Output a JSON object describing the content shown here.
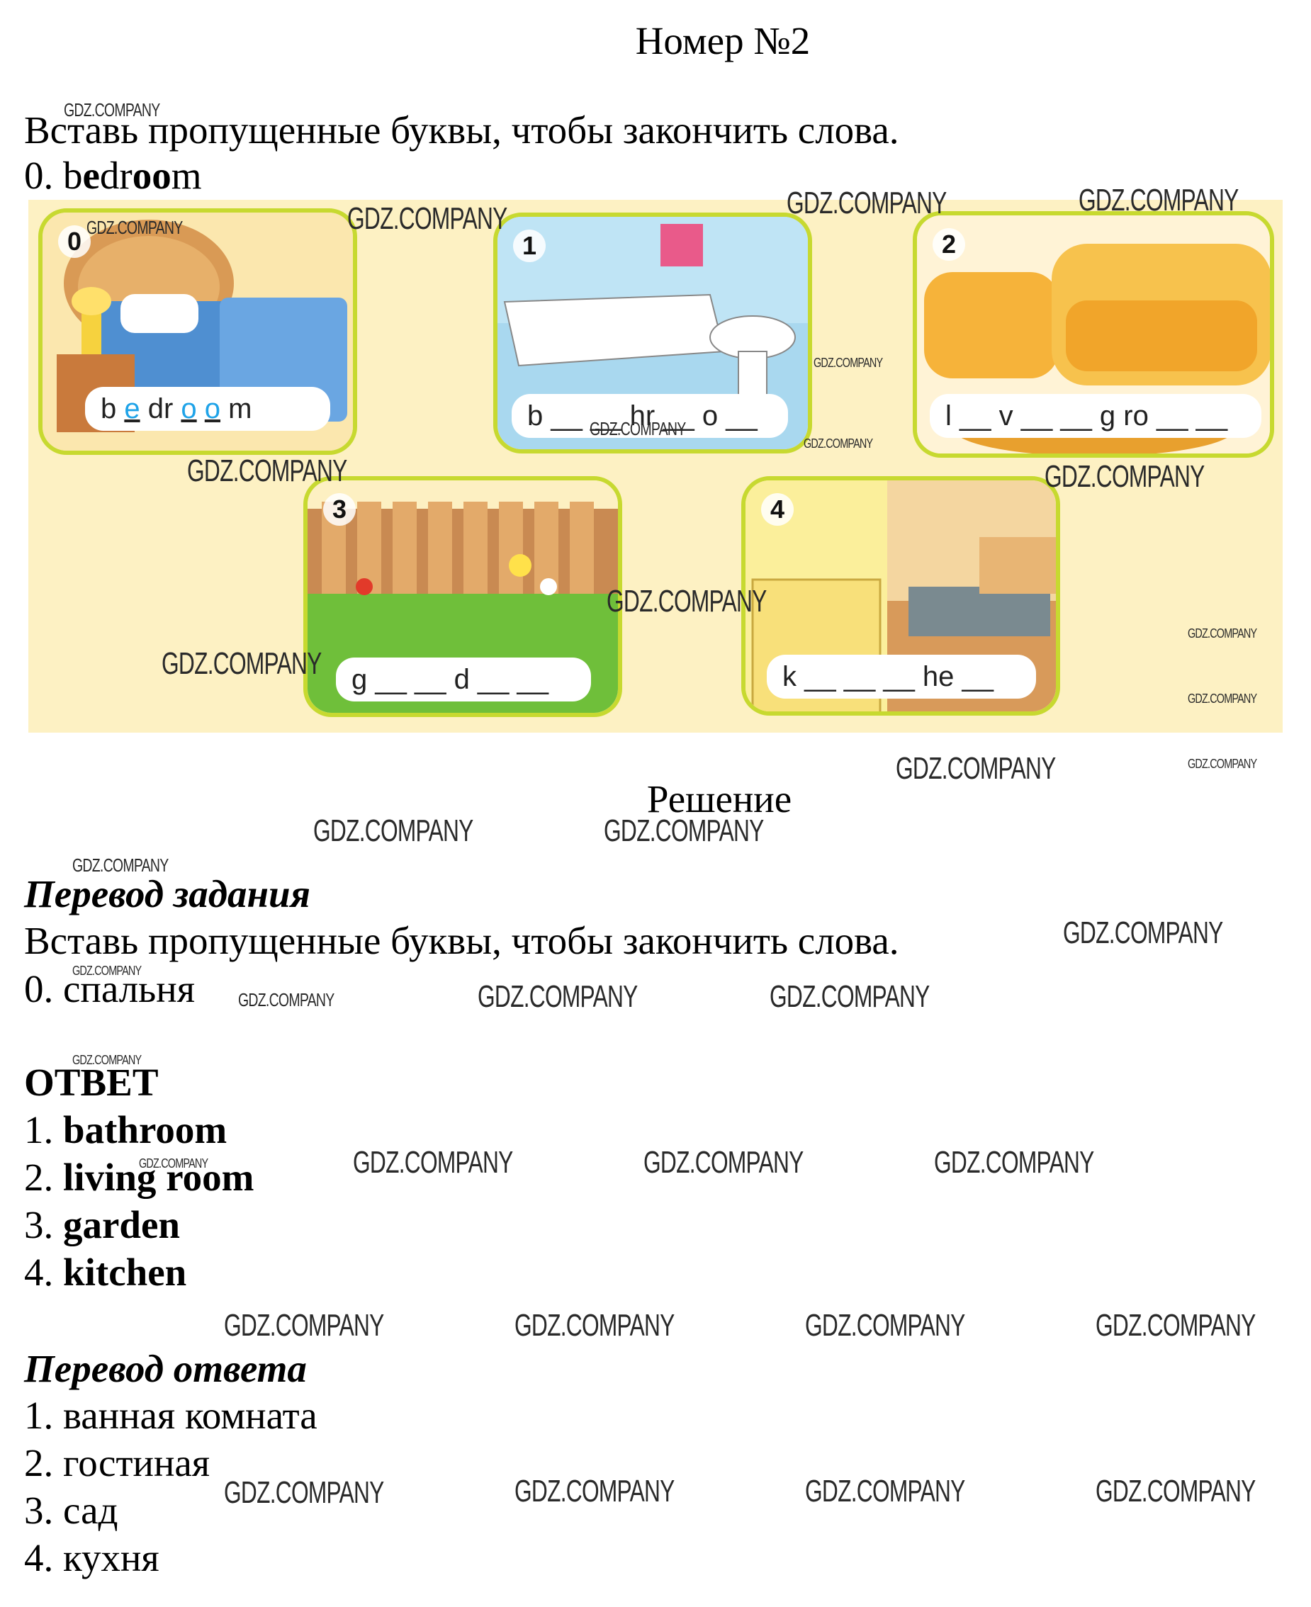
{
  "title": "Номер №2",
  "task": {
    "instruction": "Вставь пропущенные буквы, чтобы закончить слова.",
    "example_prefix": "0. ",
    "example_parts": [
      "b",
      "e",
      "dr",
      "oo",
      "m"
    ]
  },
  "cards": [
    {
      "number": "0",
      "pre": "b ",
      "l1": "e",
      "mid": " dr ",
      "l2": "o",
      "gap": " ",
      "l3": "o",
      "post": " m",
      "scene": "bedroom"
    },
    {
      "number": "1",
      "text": "b __ __ hr __ o __",
      "scene": "bathroom"
    },
    {
      "number": "2",
      "text": "l __ v __ __ g  ro __ __",
      "scene": "living room"
    },
    {
      "number": "3",
      "text": "g __ __ d __ __",
      "scene": "garden"
    },
    {
      "number": "4",
      "text": "k __ __ __ he __",
      "scene": "kitchen"
    }
  ],
  "solution_heading": "Решение",
  "translation": {
    "heading": "Перевод задания",
    "instruction": "Вставь пропущенные буквы, чтобы закончить слова.",
    "example": "0. спальня"
  },
  "answer": {
    "heading": "ОТВЕТ",
    "items": [
      {
        "n": "1. ",
        "a": "ba",
        "b": "th",
        "c": "room"
      },
      {
        "n": "2. ",
        "a": "l",
        "b": "i",
        "c": "v",
        "d": "ing",
        "e": " room"
      },
      {
        "n": "3. ",
        "a": "g",
        "b": "ar",
        "c": "d",
        "d": "en"
      },
      {
        "n": "4. ",
        "a": "k",
        "b": "itc",
        "c": "he",
        "d": "n"
      }
    ]
  },
  "answer_translation": {
    "heading": "Перевод ответа",
    "items": [
      "1. ванная комната",
      "2. гостиная",
      "3. сад",
      "4. кухня"
    ]
  },
  "watermark": "GDZ.COMPANY",
  "colors": {
    "panel": "#fdf1c3",
    "card_border": "#c7d930",
    "highlight": "#1fa3e8"
  }
}
